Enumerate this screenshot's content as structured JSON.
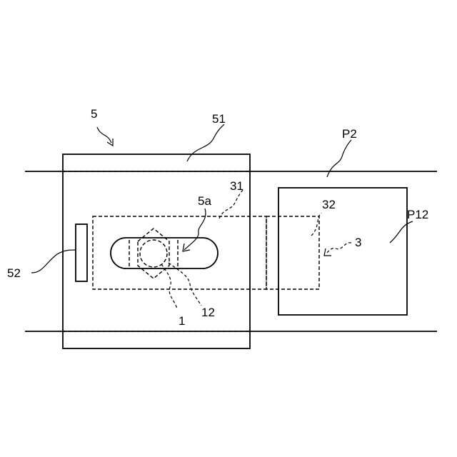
{
  "labels": {
    "l5": "5",
    "l51": "51",
    "lP2": "P2",
    "l31": "31",
    "l5a": "5a",
    "l32": "32",
    "lP12": "P12",
    "l3": "3",
    "l52": "52",
    "l1": "1",
    "l12": "12"
  }
}
